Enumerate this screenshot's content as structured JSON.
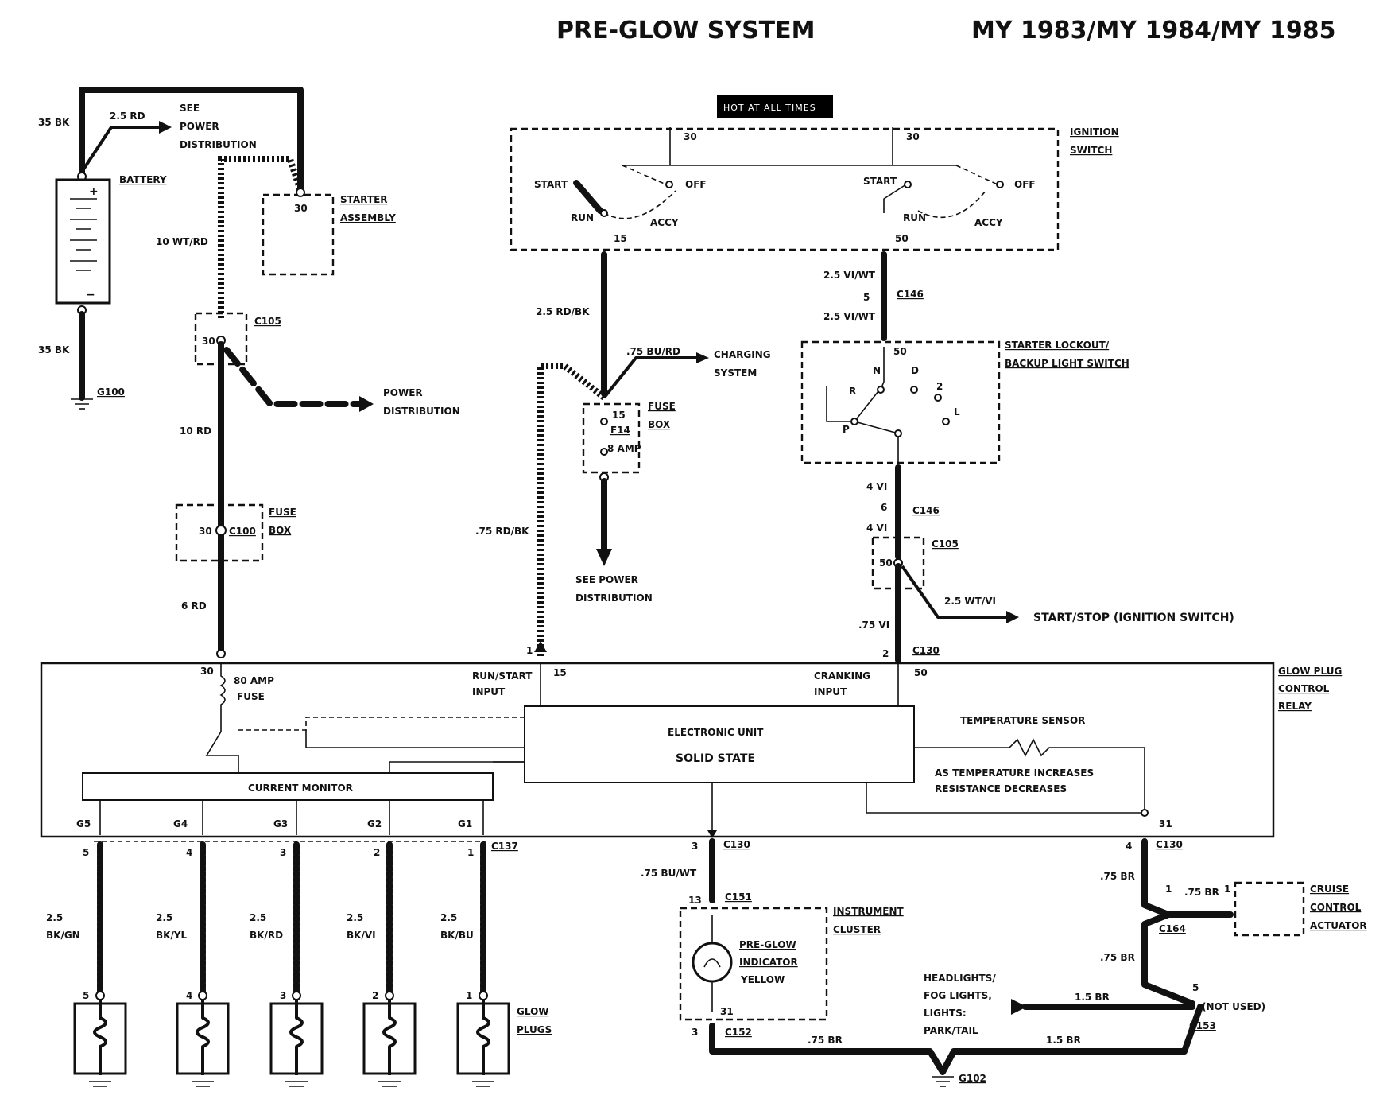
{
  "header": {
    "title": "PRE-GLOW SYSTEM",
    "model_years": "MY 1983/MY 1984/MY 1985"
  },
  "battery": {
    "label": "BATTERY",
    "wire_top": "35 BK",
    "wire_bottom": "35 BK",
    "ground": "G100",
    "plus": "+",
    "minus": "−"
  },
  "power": {
    "wire_red": "2.5 RD",
    "see_power_1": "SEE",
    "see_power_2": "POWER",
    "see_power_3": "DISTRIBUTION",
    "power_dist_1": "POWER",
    "power_dist_2": "DISTRIBUTION"
  },
  "starter": {
    "label_1": "STARTER",
    "label_2": "ASSEMBLY",
    "pin": "30"
  },
  "left_chain": {
    "wire_1": "10 WT/RD",
    "c105": "C105",
    "c105_pin": "30",
    "wire_2": "10 RD",
    "fuse_box_1": "FUSE",
    "fuse_box_2": "BOX",
    "c100": "C100",
    "c100_pin": "30",
    "wire_3": "6 RD"
  },
  "ignition": {
    "hot_badge": "HOT AT ALL TIMES",
    "label_1": "IGNITION",
    "label_2": "SWITCH",
    "pin_30a": "30",
    "pin_30b": "30",
    "start_1": "START",
    "off_1": "OFF",
    "run_1": "RUN",
    "accy_1": "ACCY",
    "start_2": "START",
    "off_2": "OFF",
    "run_2": "RUN",
    "accy_2": "ACCY",
    "pin_15": "15",
    "pin_50": "50"
  },
  "mid_chain": {
    "wire_rdbk": "2.5 RD/BK",
    "wire_burd": ".75 BU/RD",
    "charging_1": "CHARGING",
    "charging_2": "SYSTEM",
    "fuse_box_1": "FUSE",
    "fuse_box_2": "BOX",
    "fuse_pin": "15",
    "fuse_name": "F14",
    "fuse_amp": "8 AMP",
    "see_power_1": "SEE POWER",
    "see_power_2": "DISTRIBUTION",
    "wire_rdbk_small": ".75 RD/BK",
    "pin_1": "1"
  },
  "right_chain": {
    "wire_viwt_1": "2.5 VI/WT",
    "wire_viwt_2": "2.5 VI/WT",
    "c146_pin_a": "5",
    "c146_a": "C146",
    "lockout_1": "STARTER LOCKOUT/",
    "lockout_2": "BACKUP LIGHT SWITCH",
    "pos_50": "50",
    "pos_n": "N",
    "pos_d": "D",
    "pos_2": "2",
    "pos_l": "L",
    "pos_r": "R",
    "pos_p": "P",
    "wire_vi_1": "4 VI",
    "c146_pin_b": "6",
    "c146_b": "C146",
    "wire_vi_2": "4 VI",
    "c105": "C105",
    "c105_pin": "50",
    "wire_wtvi": "2.5 WT/VI",
    "start_stop": "START/STOP (IGNITION SWITCH)",
    "wire_vi_3": ".75 VI",
    "c130_pin": "2",
    "c130": "C130"
  },
  "relay": {
    "label_1": "GLOW PLUG",
    "label_2": "CONTROL",
    "label_3": "RELAY",
    "pin_30": "30",
    "fuse_1": "80 AMP",
    "fuse_2": "FUSE",
    "run_start_1": "RUN/START",
    "run_start_2": "INPUT",
    "pin_15": "15",
    "cranking_1": "CRANKING",
    "cranking_2": "INPUT",
    "pin_50": "50",
    "electronic_1": "ELECTRONIC UNIT",
    "electronic_2": "SOLID STATE",
    "temp_sensor": "TEMPERATURE  SENSOR",
    "temp_note_1": "AS TEMPERATURE INCREASES",
    "temp_note_2": "RESISTANCE DECREASES",
    "current_monitor": "CURRENT MONITOR",
    "g5": "G5",
    "g4": "G4",
    "g3": "G3",
    "g2": "G2",
    "g1": "G1",
    "pin_31": "31"
  },
  "glow_plugs": {
    "c137": "C137",
    "label_1": "GLOW",
    "label_2": "PLUGS",
    "plugs": [
      {
        "pin": "5",
        "wire_1": "2.5",
        "wire_2": "BK/GN"
      },
      {
        "pin": "4",
        "wire_1": "2.5",
        "wire_2": "BK/YL"
      },
      {
        "pin": "3",
        "wire_1": "2.5",
        "wire_2": "BK/RD"
      },
      {
        "pin": "2",
        "wire_1": "2.5",
        "wire_2": "BK/VI"
      },
      {
        "pin": "1",
        "wire_1": "2.5",
        "wire_2": "BK/BU"
      }
    ]
  },
  "cluster": {
    "c130_pin": "3",
    "c130": "C130",
    "wire_buwt": ".75 BU/WT",
    "c151_pin": "13",
    "c151": "C151",
    "label_1": "INSTRUMENT",
    "label_2": "CLUSTER",
    "indicator_1": "PRE-GLOW",
    "indicator_2": "INDICATOR",
    "indicator_3": "YELLOW",
    "pin_31": "31",
    "c152_pin": "3",
    "c152": "C152",
    "wire_br": ".75 BR",
    "ground": "G102"
  },
  "ground_side": {
    "c130_pin": "4",
    "c130": "C130",
    "wire_br_1": ".75 BR",
    "c164_pin": "1",
    "wire_br_2": ".75 BR",
    "c164": "C164",
    "cruise_pin": "1",
    "cruise_1": "CRUISE",
    "cruise_2": "CONTROL",
    "cruise_3": "ACTUATOR",
    "wire_br_3": ".75 BR",
    "headlights_1": "HEADLIGHTS/",
    "headlights_2": "FOG LIGHTS,",
    "headlights_3": "LIGHTS:",
    "headlights_4": "PARK/TAIL",
    "wire_15br_1": "1.5 BR",
    "c153_pin": "5",
    "not_used": "(NOT USED)",
    "c153": "C153",
    "wire_15br_2": "1.5 BR"
  }
}
